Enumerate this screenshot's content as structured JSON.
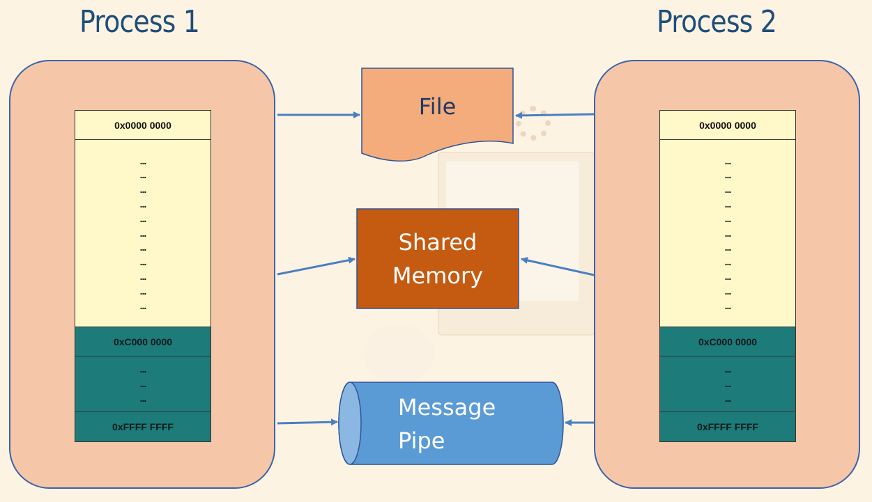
{
  "process1": {
    "title": "Process 1",
    "memory": {
      "top_address": "0x0000 0000",
      "mid_address": "0xC000 0000",
      "end_address": "0xFFFF FFFF",
      "ellipsis": "..."
    }
  },
  "process2": {
    "title": "Process 2",
    "memory": {
      "top_address": "0x0000 0000",
      "mid_address": "0xC000 0000",
      "end_address": "0xFFFF FFFF",
      "ellipsis": "..."
    }
  },
  "ipc": {
    "file": "File",
    "shared_memory_line1": "Shared",
    "shared_memory_line2": "Memory",
    "message_pipe_line1": "Message",
    "message_pipe_line2": "Pipe"
  },
  "colors": {
    "background": "#fdf3e3",
    "process_box": "#f6c6a8",
    "process_border": "#3b63a8",
    "title": "#1f4e79",
    "memory_low": "#fff8c8",
    "memory_high": "#1d7b7a",
    "file": "#f4ac7c",
    "shared_memory": "#c55a11",
    "message_pipe": "#5b9bd5",
    "arrow": "#4a7fc1"
  }
}
